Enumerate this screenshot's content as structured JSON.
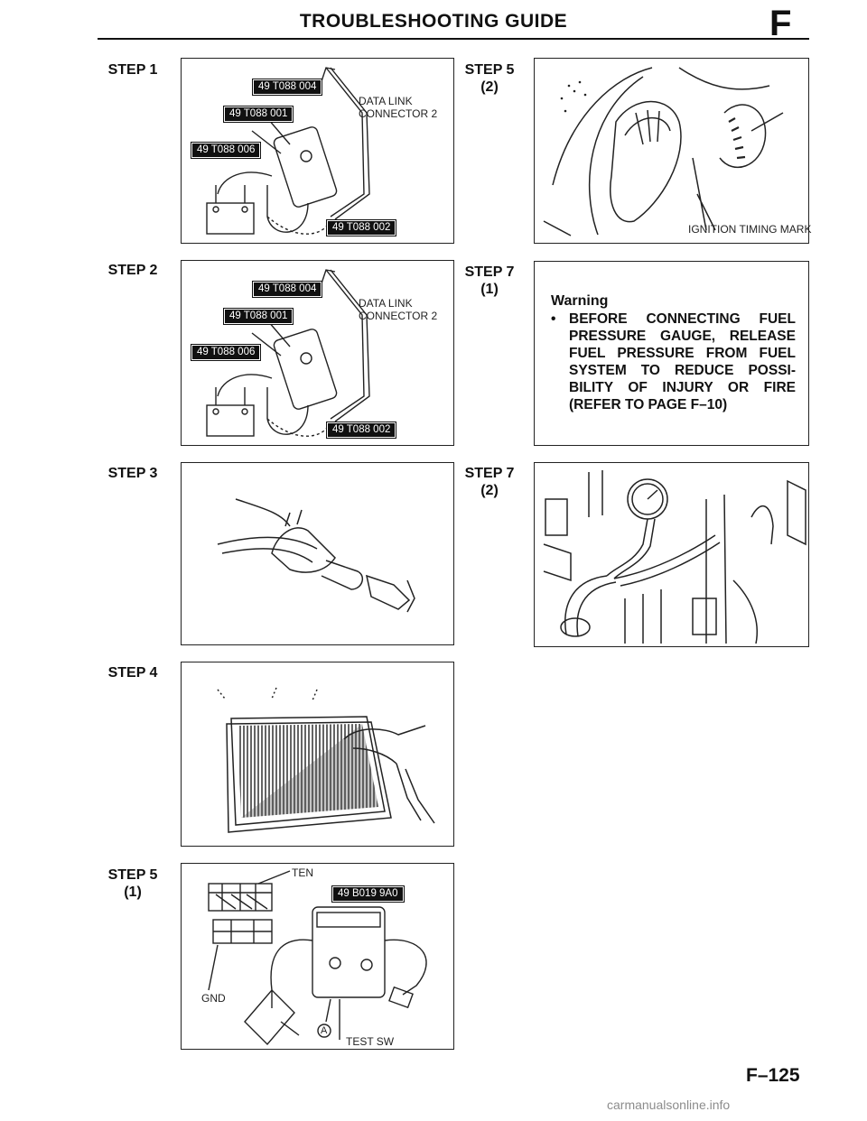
{
  "header": {
    "title": "TROUBLESHOOTING GUIDE",
    "section_letter": "F"
  },
  "steps": {
    "step1": {
      "label": "STEP 1",
      "tags": [
        "49 T088 004",
        "49 T088 001",
        "49 T088 006",
        "49 T088 002"
      ],
      "callout_line1": "DATA LINK",
      "callout_line2": "CONNECTOR 2"
    },
    "step2": {
      "label": "STEP 2",
      "tags": [
        "49 T088 004",
        "49 T088 001",
        "49 T088 006",
        "49 T088 002"
      ],
      "callout_line1": "DATA LINK",
      "callout_line2": "CONNECTOR 2"
    },
    "step3": {
      "label": "STEP 3"
    },
    "step4": {
      "label": "STEP 4"
    },
    "step5_1": {
      "label_line1": "STEP 5",
      "label_line2": "(1)",
      "callout_ten": "TEN",
      "tag": "49 B019 9A0",
      "callout_gnd": "GND",
      "callout_a": "A",
      "callout_test_sw": "TEST SW"
    },
    "step5_2": {
      "label_line1": "STEP 5",
      "label_line2": "(2)",
      "callout": "IGNITION TIMING MARK"
    },
    "step7_1": {
      "label_line1": "STEP 7",
      "label_line2": "(1)",
      "warning_title": "Warning",
      "warning_bullet": "•",
      "warning_text": "BEFORE CONNECTING FUEL PRESSURE GAUGE, RELEASE FUEL PRESSURE FROM FUEL SYSTEM TO REDUCE POSSI-BILITY OF INJURY OR FIRE (REFER TO PAGE F–10)"
    },
    "step7_2": {
      "label_line1": "STEP 7",
      "label_line2": "(2)"
    }
  },
  "footer": {
    "page_number": "F–125",
    "watermark": "carmanualsonline.info"
  }
}
